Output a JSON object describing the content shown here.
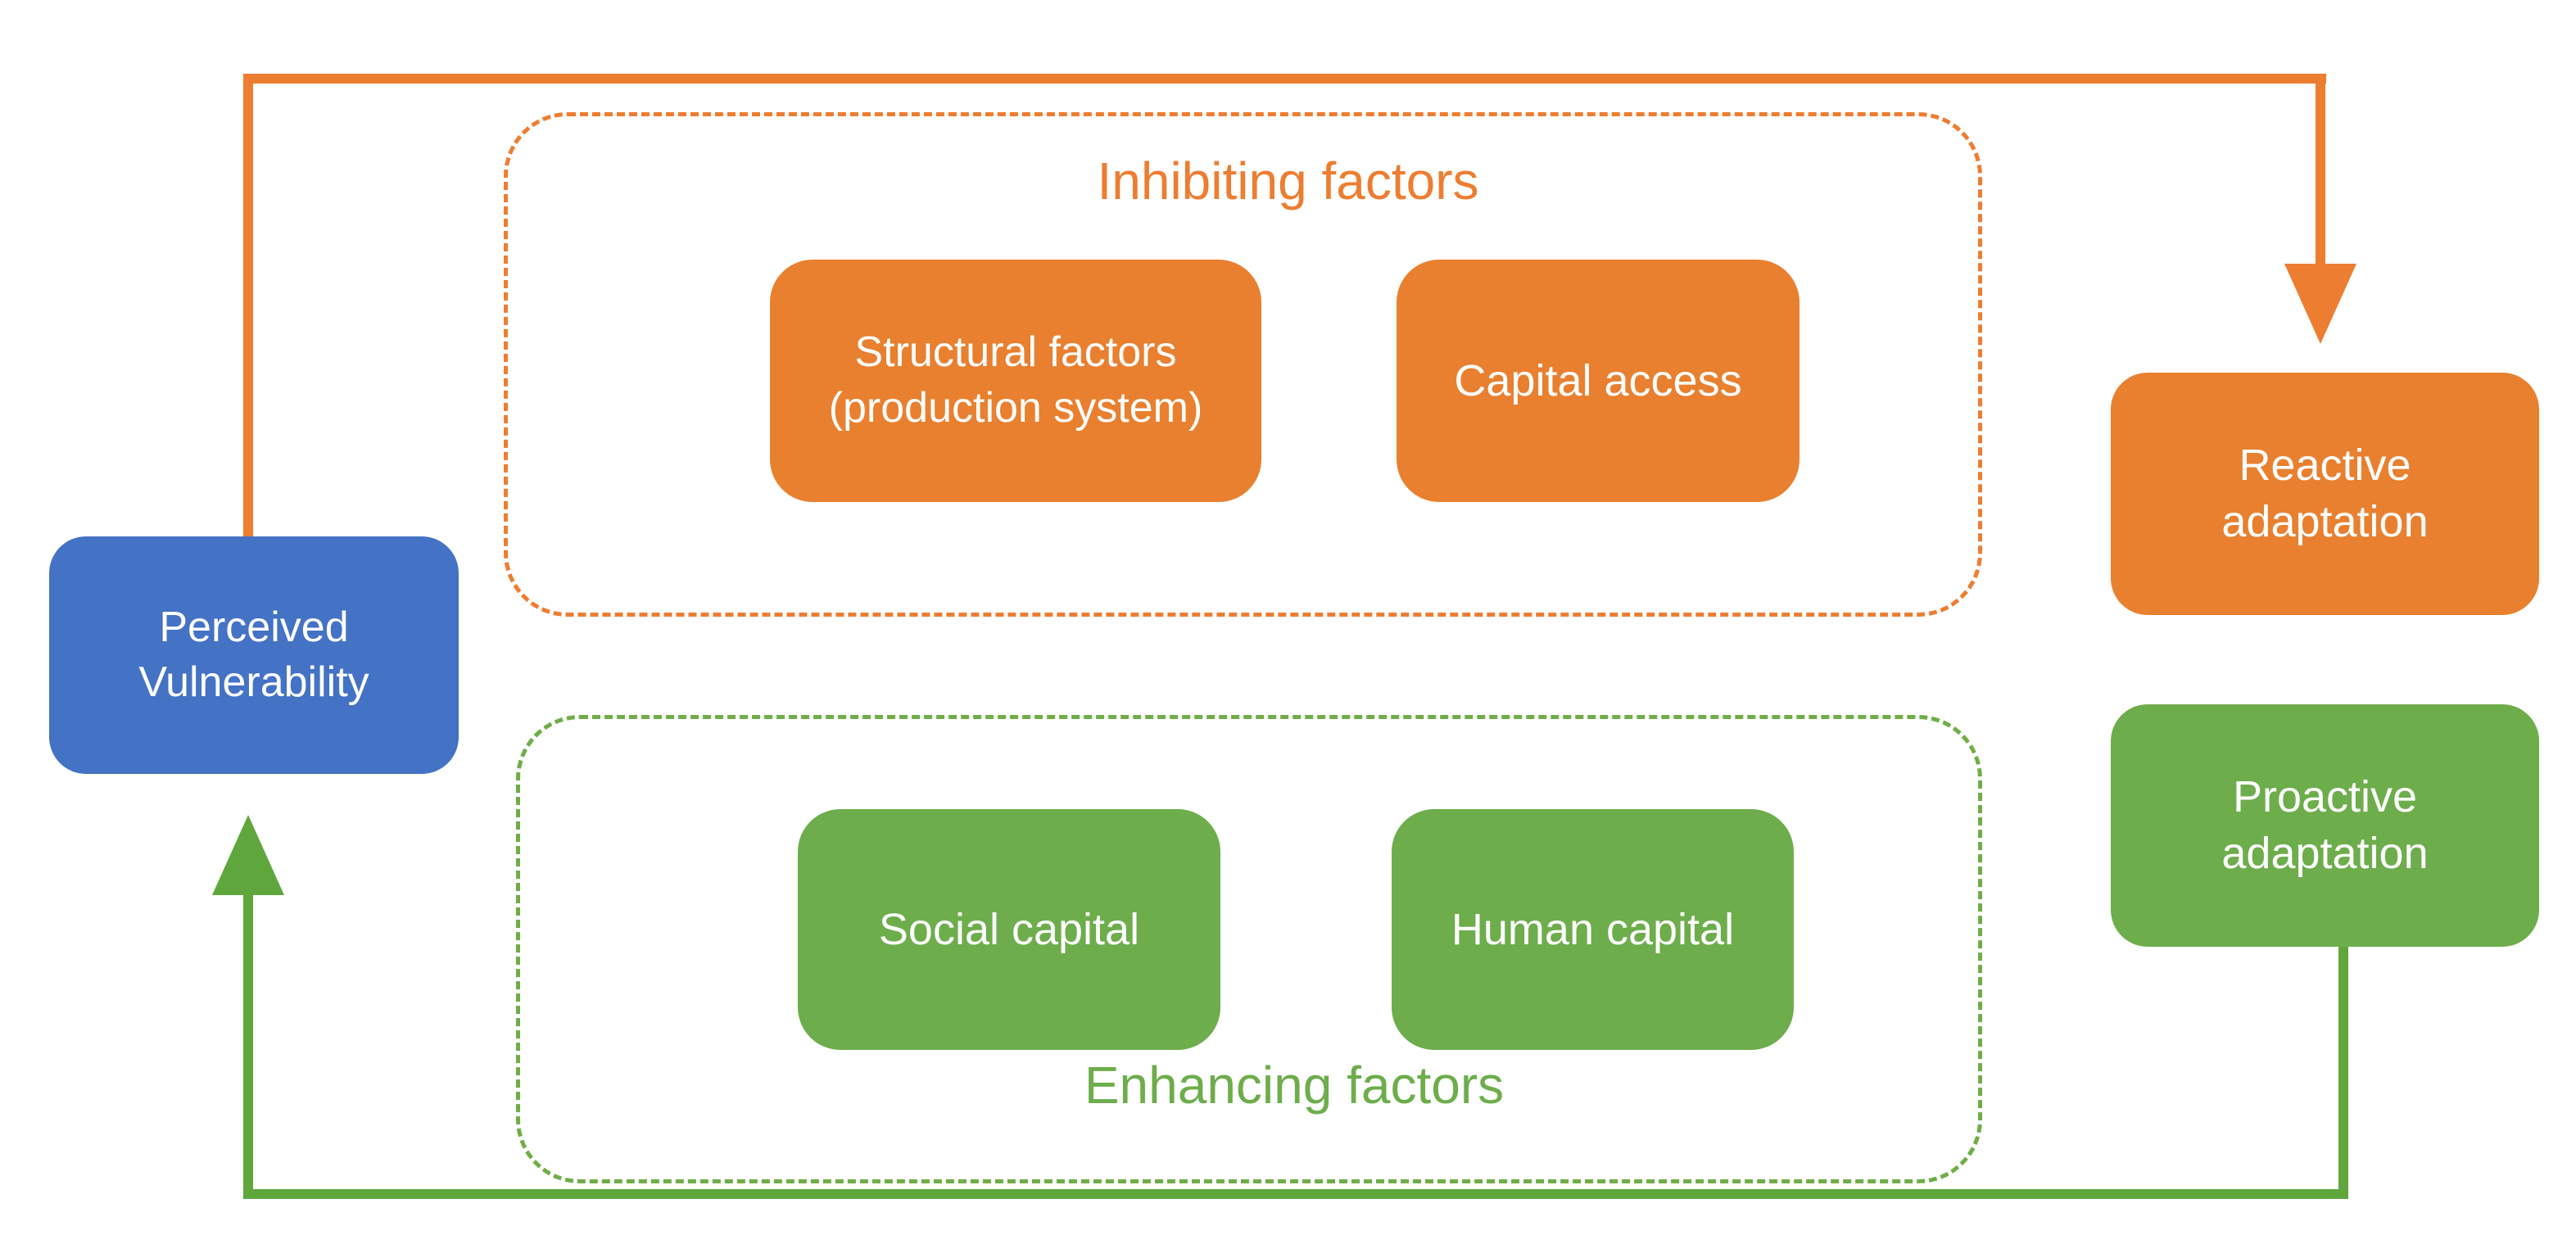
{
  "colors": {
    "blue-fill": "#4472C4",
    "orange-fill": "#E8802F",
    "orange-line": "#ED7D31",
    "green-fill": "#6DAD4B",
    "green-line": "#5FA73D",
    "green-dash": "#70AD47",
    "text-on-fill": "#FFFFFF"
  },
  "nodes": {
    "perceived_vulnerability": {
      "label": "Perceived\nVulnerability"
    },
    "reactive_adaptation": {
      "label": "Reactive\nadaptation"
    },
    "proactive_adaptation": {
      "label": "Proactive\nadaptation"
    }
  },
  "groups": {
    "inhibiting": {
      "title": "Inhibiting factors",
      "boxes": [
        {
          "label": "Structural factors\n(production system)"
        },
        {
          "label": "Capital access"
        }
      ]
    },
    "enhancing": {
      "title": "Enhancing factors",
      "boxes": [
        {
          "label": "Social capital"
        },
        {
          "label": "Human capital"
        }
      ]
    }
  }
}
